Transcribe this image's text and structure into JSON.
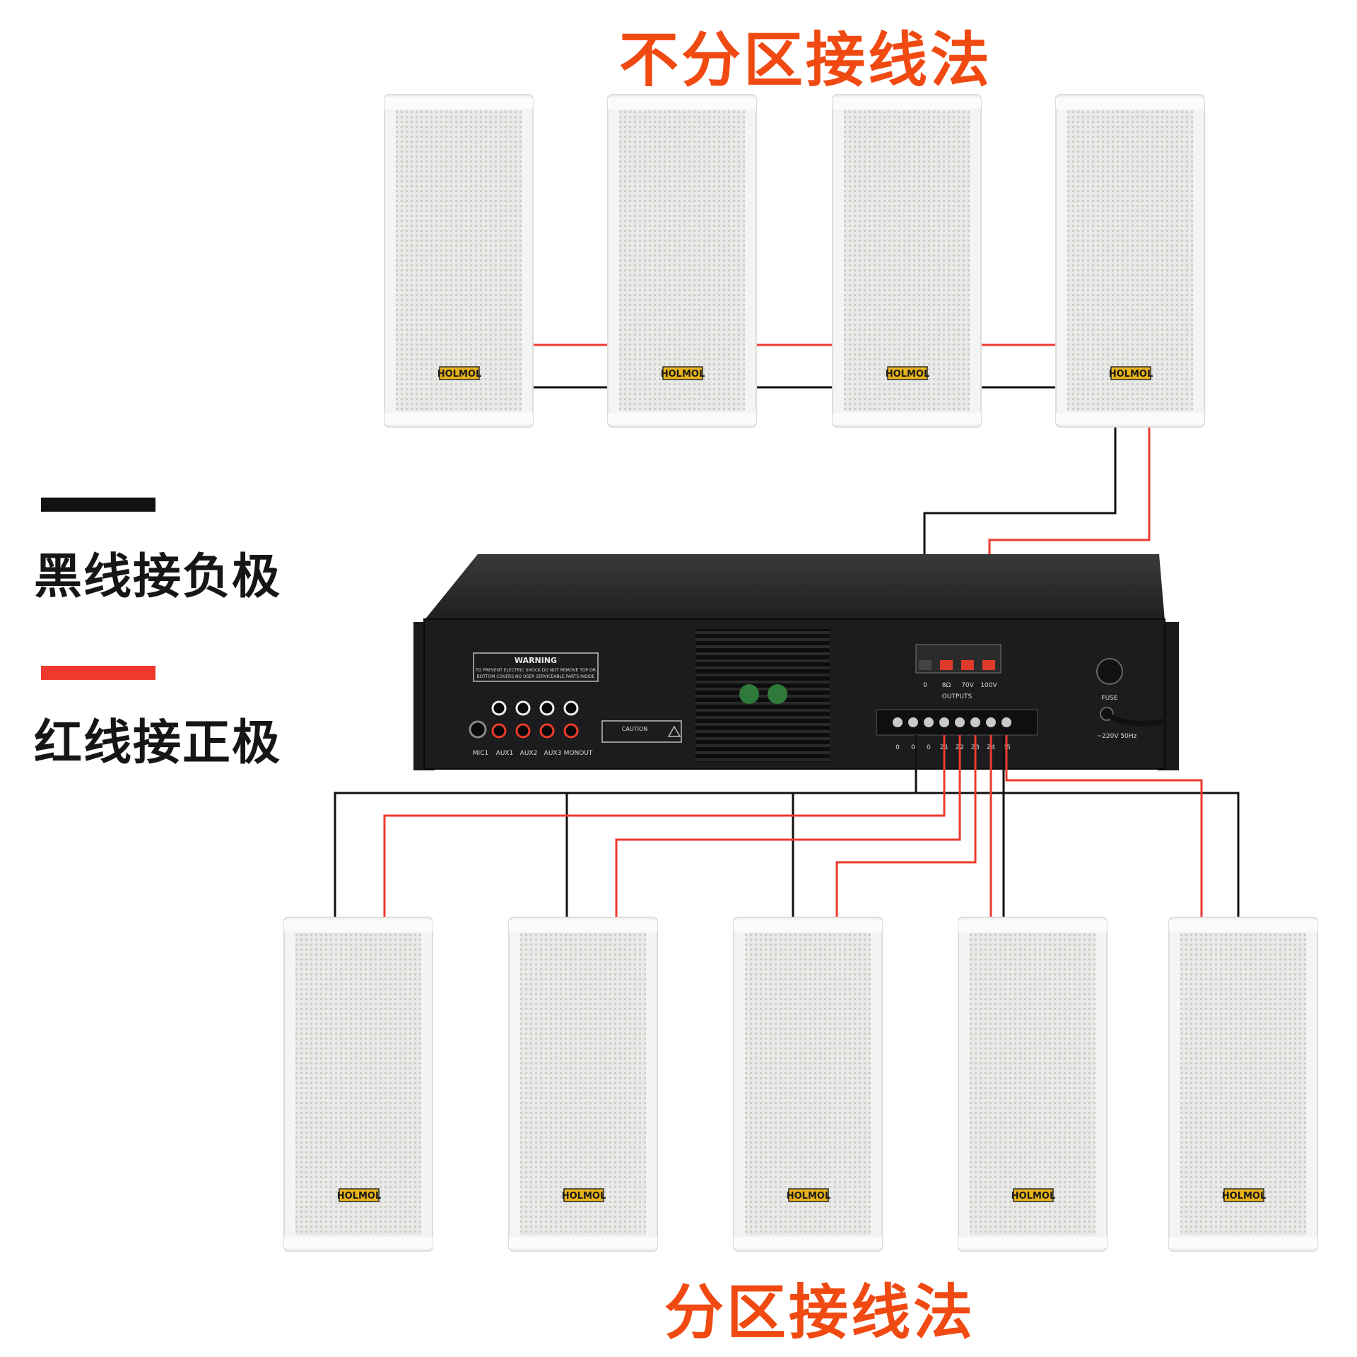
{
  "titles": {
    "top": "不分区接线法",
    "bottom": "分区接线法"
  },
  "legend": {
    "black_label": "黑线接负极",
    "red_label": "红线接正极",
    "black_color": "#111111",
    "red_color": "#ee3a2e"
  },
  "speakers": {
    "brand": "HOLMOL",
    "top_row_count": 4,
    "bottom_row_count": 5
  },
  "amplifier": {
    "warning_title": "WARNING",
    "warning_text_1": "TO PREVENT ELECTRIC SHOCK DO NOT REMOVE TOP OR",
    "warning_text_2": "BOTTOM COVERS NO USER SERVICEABLE PARTS INSIDE",
    "caution": "CAUTION",
    "inputs": [
      "MIC1",
      "AUX1",
      "AUX2",
      "AUX3",
      "MONOUT"
    ],
    "output_terminals": [
      "0",
      "8Ω",
      "70V",
      "100V"
    ],
    "outputs_label": "OUTPUTS",
    "zone_terminals": [
      "0",
      "0",
      "0",
      "Z1",
      "Z2",
      "Z3",
      "Z4",
      "Z5"
    ],
    "fuse_label": "FUSE",
    "power_label": "~220V 50Hz"
  },
  "colors": {
    "title": "#f04a12",
    "wire_red": "#ee3a2e",
    "wire_black": "#111111",
    "speaker_body": "#f0f0ee",
    "badge": "#e8b21a"
  }
}
